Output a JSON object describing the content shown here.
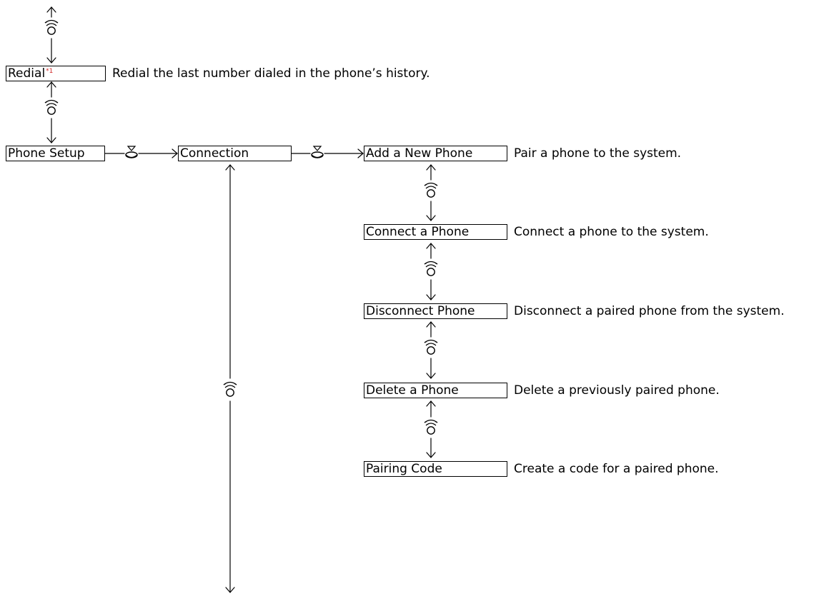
{
  "colors": {
    "line": "#000000",
    "footnote_marker": "#d12b2b"
  },
  "icons": {
    "knob_rotate": "knob-rotate-icon",
    "knob_press": "knob-press-icon"
  },
  "menu": {
    "redial": {
      "label": "Redial",
      "footnote": "*1",
      "description": "Redial the last number dialed in the phone’s history."
    },
    "phone_setup": {
      "label": "Phone Setup"
    },
    "connection": {
      "label": "Connection"
    },
    "connection_items": [
      {
        "label": "Add a New Phone",
        "description": "Pair a phone to the system."
      },
      {
        "label": "Connect a Phone",
        "description": "Connect a phone to the system."
      },
      {
        "label": "Disconnect Phone",
        "description": "Disconnect a paired phone from the system."
      },
      {
        "label": "Delete a Phone",
        "description": "Delete a previously paired phone."
      },
      {
        "label": "Pairing Code",
        "description": "Create a code for a paired phone."
      }
    ]
  }
}
